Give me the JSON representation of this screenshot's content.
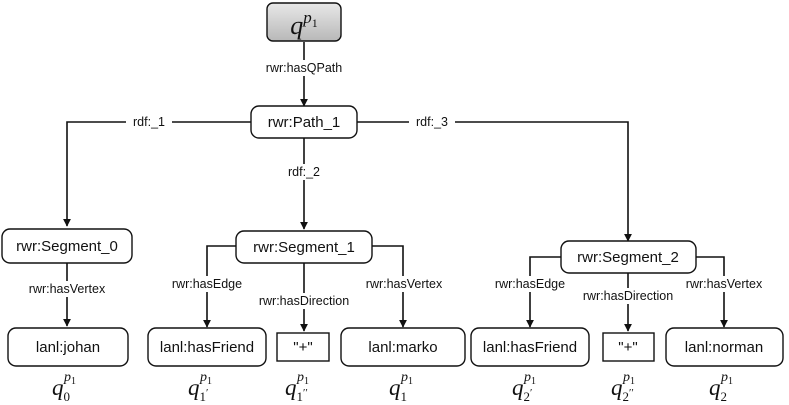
{
  "root": {
    "base": "q",
    "sup_base": "p",
    "sup_sub": "1"
  },
  "nodes": {
    "path": "rwr:Path_1",
    "segment_0": "rwr:Segment_0",
    "segment_1": "rwr:Segment_1",
    "segment_2": "rwr:Segment_2",
    "johan": "lanl:johan",
    "has_friend_1": "lanl:hasFriend",
    "plus_1": "\"+\"",
    "marko": "lanl:marko",
    "has_friend_2": "lanl:hasFriend",
    "plus_2": "\"+\"",
    "norman": "lanl:norman"
  },
  "edges": {
    "has_qpath": "rwr:hasQPath",
    "rdf_1": "rdf:_1",
    "rdf_2": "rdf:_2",
    "rdf_3": "rdf:_3",
    "seg0_has_vertex": "rwr:hasVertex",
    "seg1_has_edge": "rwr:hasEdge",
    "seg1_has_direction": "rwr:hasDirection",
    "seg1_has_vertex": "rwr:hasVertex",
    "seg2_has_edge": "rwr:hasEdge",
    "seg2_has_direction": "rwr:hasDirection",
    "seg2_has_vertex": "rwr:hasVertex"
  },
  "math_labels": {
    "q0": {
      "base": "q",
      "sub": "0",
      "prime": "",
      "sup": "p",
      "sup_sub": "1"
    },
    "q1p": {
      "base": "q",
      "sub": "1",
      "prime": "′",
      "sup": "p",
      "sup_sub": "1"
    },
    "q1pp": {
      "base": "q",
      "sub": "1",
      "prime": "′′",
      "sup": "p",
      "sup_sub": "1"
    },
    "q1": {
      "base": "q",
      "sub": "1",
      "prime": "",
      "sup": "p",
      "sup_sub": "1"
    },
    "q2p": {
      "base": "q",
      "sub": "2",
      "prime": "′",
      "sup": "p",
      "sup_sub": "1"
    },
    "q2pp": {
      "base": "q",
      "sub": "2",
      "prime": "′′",
      "sup": "p",
      "sup_sub": "1"
    },
    "q2": {
      "base": "q",
      "sub": "2",
      "prime": "",
      "sup": "p",
      "sup_sub": "1"
    }
  },
  "colors": {
    "root_fill_top": "#e8e8e8",
    "root_fill_bottom": "#b8b8b8",
    "stroke": "#111111"
  }
}
